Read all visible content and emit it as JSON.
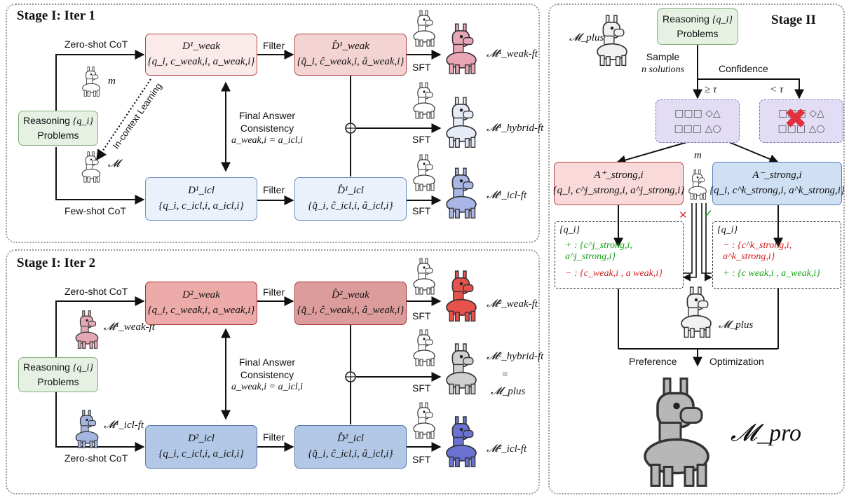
{
  "stage1_iter1": {
    "title": "Stage I: Iter 1",
    "zero_shot": "Zero-shot CoT",
    "few_shot": "Few-shot CoT",
    "filter1": "Filter",
    "filter2": "Filter",
    "sft1": "SFT",
    "sft2": "SFT",
    "sft3": "SFT",
    "icl_label": "In-context Learning",
    "fac_line1": "Final Answer",
    "fac_line2": "Consistency",
    "fac_eq": "a_weak,i = a_icl,i",
    "reasoning_line1": "Reasoning",
    "reasoning_line2": "Problems",
    "qi": "{q_i}",
    "m_small": "m",
    "m_big": "𝓜",
    "d_weak": "D¹_weak",
    "d_weak_set": "{q_i, c_weak,i, a_weak,i}",
    "dhat_weak": "D̂¹_weak",
    "dhat_weak_set": "{q̂_i, ĉ_weak,i, â_weak,i}",
    "d_icl": "D¹_icl",
    "d_icl_set": "{q_i, c_icl,i, a_icl,i}",
    "dhat_icl": "D̂¹_icl",
    "dhat_icl_set": "{q̂_i, ĉ_icl,i, â_icl,i}",
    "out1": "𝓜¹_weak-ft",
    "out2": "𝓜¹_hybrid-ft",
    "out3": "𝓜¹_icl-ft"
  },
  "stage1_iter2": {
    "title": "Stage I: Iter 2",
    "zero_shot_top": "Zero-shot CoT",
    "zero_shot_bottom": "Zero-shot CoT",
    "filter1": "Filter",
    "filter2": "Filter",
    "sft1": "SFT",
    "sft2": "SFT",
    "sft3": "SFT",
    "fac_line1": "Final Answer",
    "fac_line2": "Consistency",
    "fac_eq": "a_weak,i = a_icl,i",
    "reasoning_line1": "Reasoning",
    "reasoning_line2": "Problems",
    "qi": "{q_i}",
    "in_weak": "𝓜¹_weak-ft",
    "in_icl": "𝓜¹_icl-ft",
    "d_weak": "D²_weak",
    "d_weak_set": "{q_i, c_weak,i, a_weak,i}",
    "dhat_weak": "D̂²_weak",
    "dhat_weak_set": "{q̂_i, ĉ_weak,i, â_weak,i}",
    "d_icl": "D²_icl",
    "d_icl_set": "{q_i, c_icl,i, a_icl,i}",
    "dhat_icl": "D̂²_icl",
    "dhat_icl_set": "{q̂_i, ĉ_icl,i, â_icl,i}",
    "out1": "𝓜²_weak-ft",
    "out2": "𝓜²_hybrid-ft",
    "eq": "=",
    "out2b": "𝓜_plus",
    "out3": "𝓜²_icl-ft"
  },
  "stage2": {
    "title": "Stage II",
    "reasoning_line1": "Reasoning",
    "reasoning_line2": "Problems",
    "qi": "{q_i}",
    "m_plus_top": "𝓜_plus",
    "sample_line1": "Sample",
    "sample_line2": "n solutions",
    "confidence": "Confidence",
    "ge_tau": "≥ τ",
    "lt_tau": "< τ",
    "a_neg": "A⁺_strong,i",
    "a_neg_set": "{q_i, c^j_strong,i, a^j_strong,i}",
    "a_pos": "A⁻_strong,i",
    "a_pos_set": "{q_i, c^k_strong,i, a^k_strong,i}",
    "m_small": "m",
    "left_qi": "{q_i}",
    "left_plus": "+ : {c^j_strong,i, a^j_strong,i}",
    "left_minus": "− : {c_weak,i , a weak,i}",
    "right_qi": "{q_i}",
    "right_minus": "− : {c^k_strong,i, a^k_strong,i}",
    "right_plus": "+ : {c weak,i , a_weak,i}",
    "m_plus_mid": "𝓜_plus",
    "preference": "Preference",
    "optimization": "Optimization",
    "m_pro": "𝓜_pro"
  },
  "colors": {
    "weak_light": "#fbeaea",
    "weak_dark": "#ecaaa8",
    "icl_light": "#eaf1fb",
    "icl_dark": "#b3c8e6",
    "problem_green": "#e6f1e4",
    "confidence_purple": "#e2ddf4",
    "check_green": "#18a018",
    "cross_red": "#d22020"
  },
  "icons": [
    "llama-icon",
    "armored-llama-icon",
    "check-icon",
    "cross-icon",
    "circle-plus-icon"
  ]
}
